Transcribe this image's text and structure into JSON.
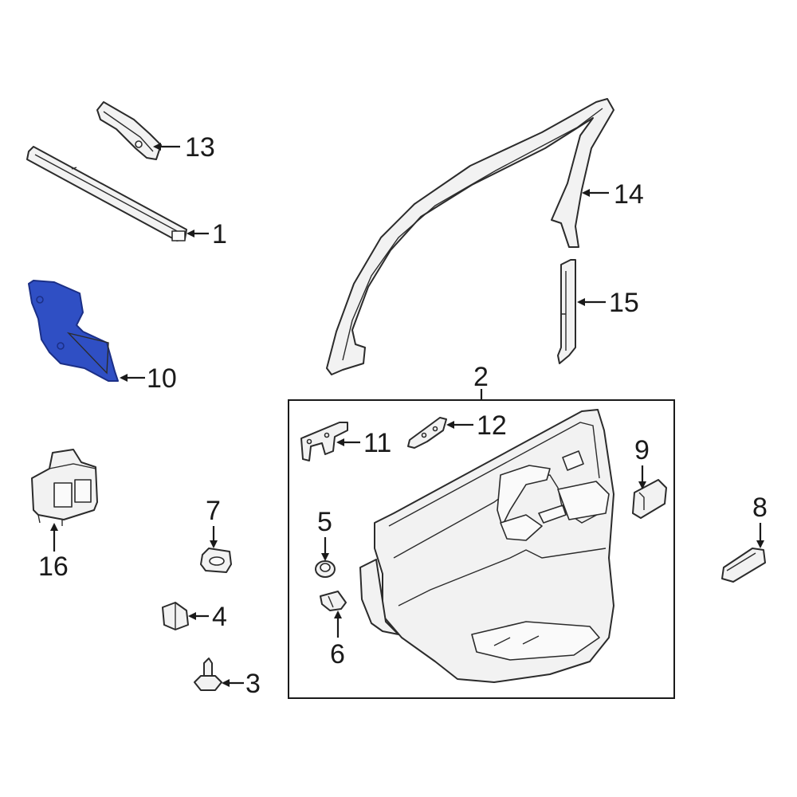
{
  "colors": {
    "highlight": "#2f4fc4",
    "highlight_stroke": "#1b2f86",
    "line": "#2b2b2b",
    "part_fill": "#f2f2f2",
    "background": "#ffffff"
  },
  "callouts": {
    "c1": "1",
    "c2": "2",
    "c3": "3",
    "c4": "4",
    "c5": "5",
    "c6": "6",
    "c7": "7",
    "c8": "8",
    "c9": "9",
    "c10": "10",
    "c11": "11",
    "c12": "12",
    "c13": "13",
    "c14": "14",
    "c15": "15",
    "c16": "16"
  },
  "highlighted_part": "10"
}
